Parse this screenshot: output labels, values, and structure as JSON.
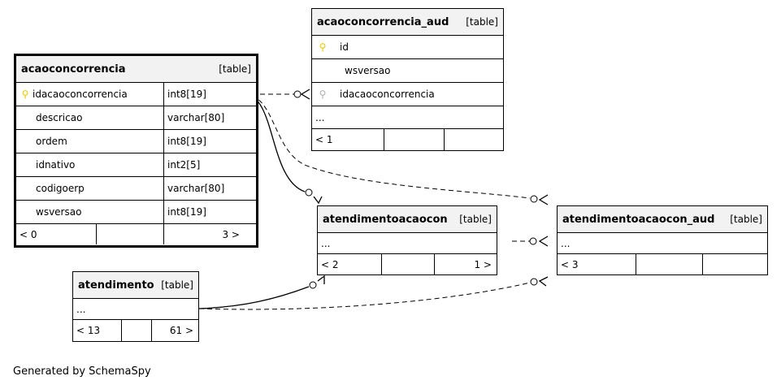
{
  "tables": {
    "acaoconcorrencia": {
      "name": "acaoconcorrencia",
      "kind": "[table]",
      "columns": [
        {
          "name": "idacaoconcorrencia",
          "type": "int8[19]",
          "pk": true
        },
        {
          "name": "descricao",
          "type": "varchar[80]"
        },
        {
          "name": "ordem",
          "type": "int8[19]"
        },
        {
          "name": "idnativo",
          "type": "int2[5]"
        },
        {
          "name": "codigoerp",
          "type": "varchar[80]"
        },
        {
          "name": "wsversao",
          "type": "int8[19]"
        }
      ],
      "footer": {
        "left": "< 0",
        "right": "3 >"
      }
    },
    "acaoconcorrencia_aud": {
      "name": "acaoconcorrencia_aud",
      "kind": "[table]",
      "columns": [
        {
          "name": "id",
          "pk": true
        },
        {
          "name": "wsversao"
        },
        {
          "name": "idacaoconcorrencia",
          "fk": true
        }
      ],
      "more": "...",
      "footer": {
        "left": "< 1",
        "right": ""
      }
    },
    "atendimentoacaocon": {
      "name": "atendimentoacaocon",
      "kind": "[table]",
      "more": "...",
      "footer": {
        "left": "< 2",
        "right": "1 >"
      }
    },
    "atendimentoacaocon_aud": {
      "name": "atendimentoacaocon_aud",
      "kind": "[table]",
      "more": "...",
      "footer": {
        "left": "< 3",
        "right": ""
      }
    },
    "atendimento": {
      "name": "atendimento",
      "kind": "[table]",
      "more": "...",
      "footer": {
        "left": "< 13",
        "right": "61 >"
      }
    }
  },
  "colors": {
    "pk_key": "#e6c800",
    "fk_key": "#b0b0b0",
    "header_bg": "#f2f2f2"
  },
  "footer": "Generated by SchemaSpy"
}
